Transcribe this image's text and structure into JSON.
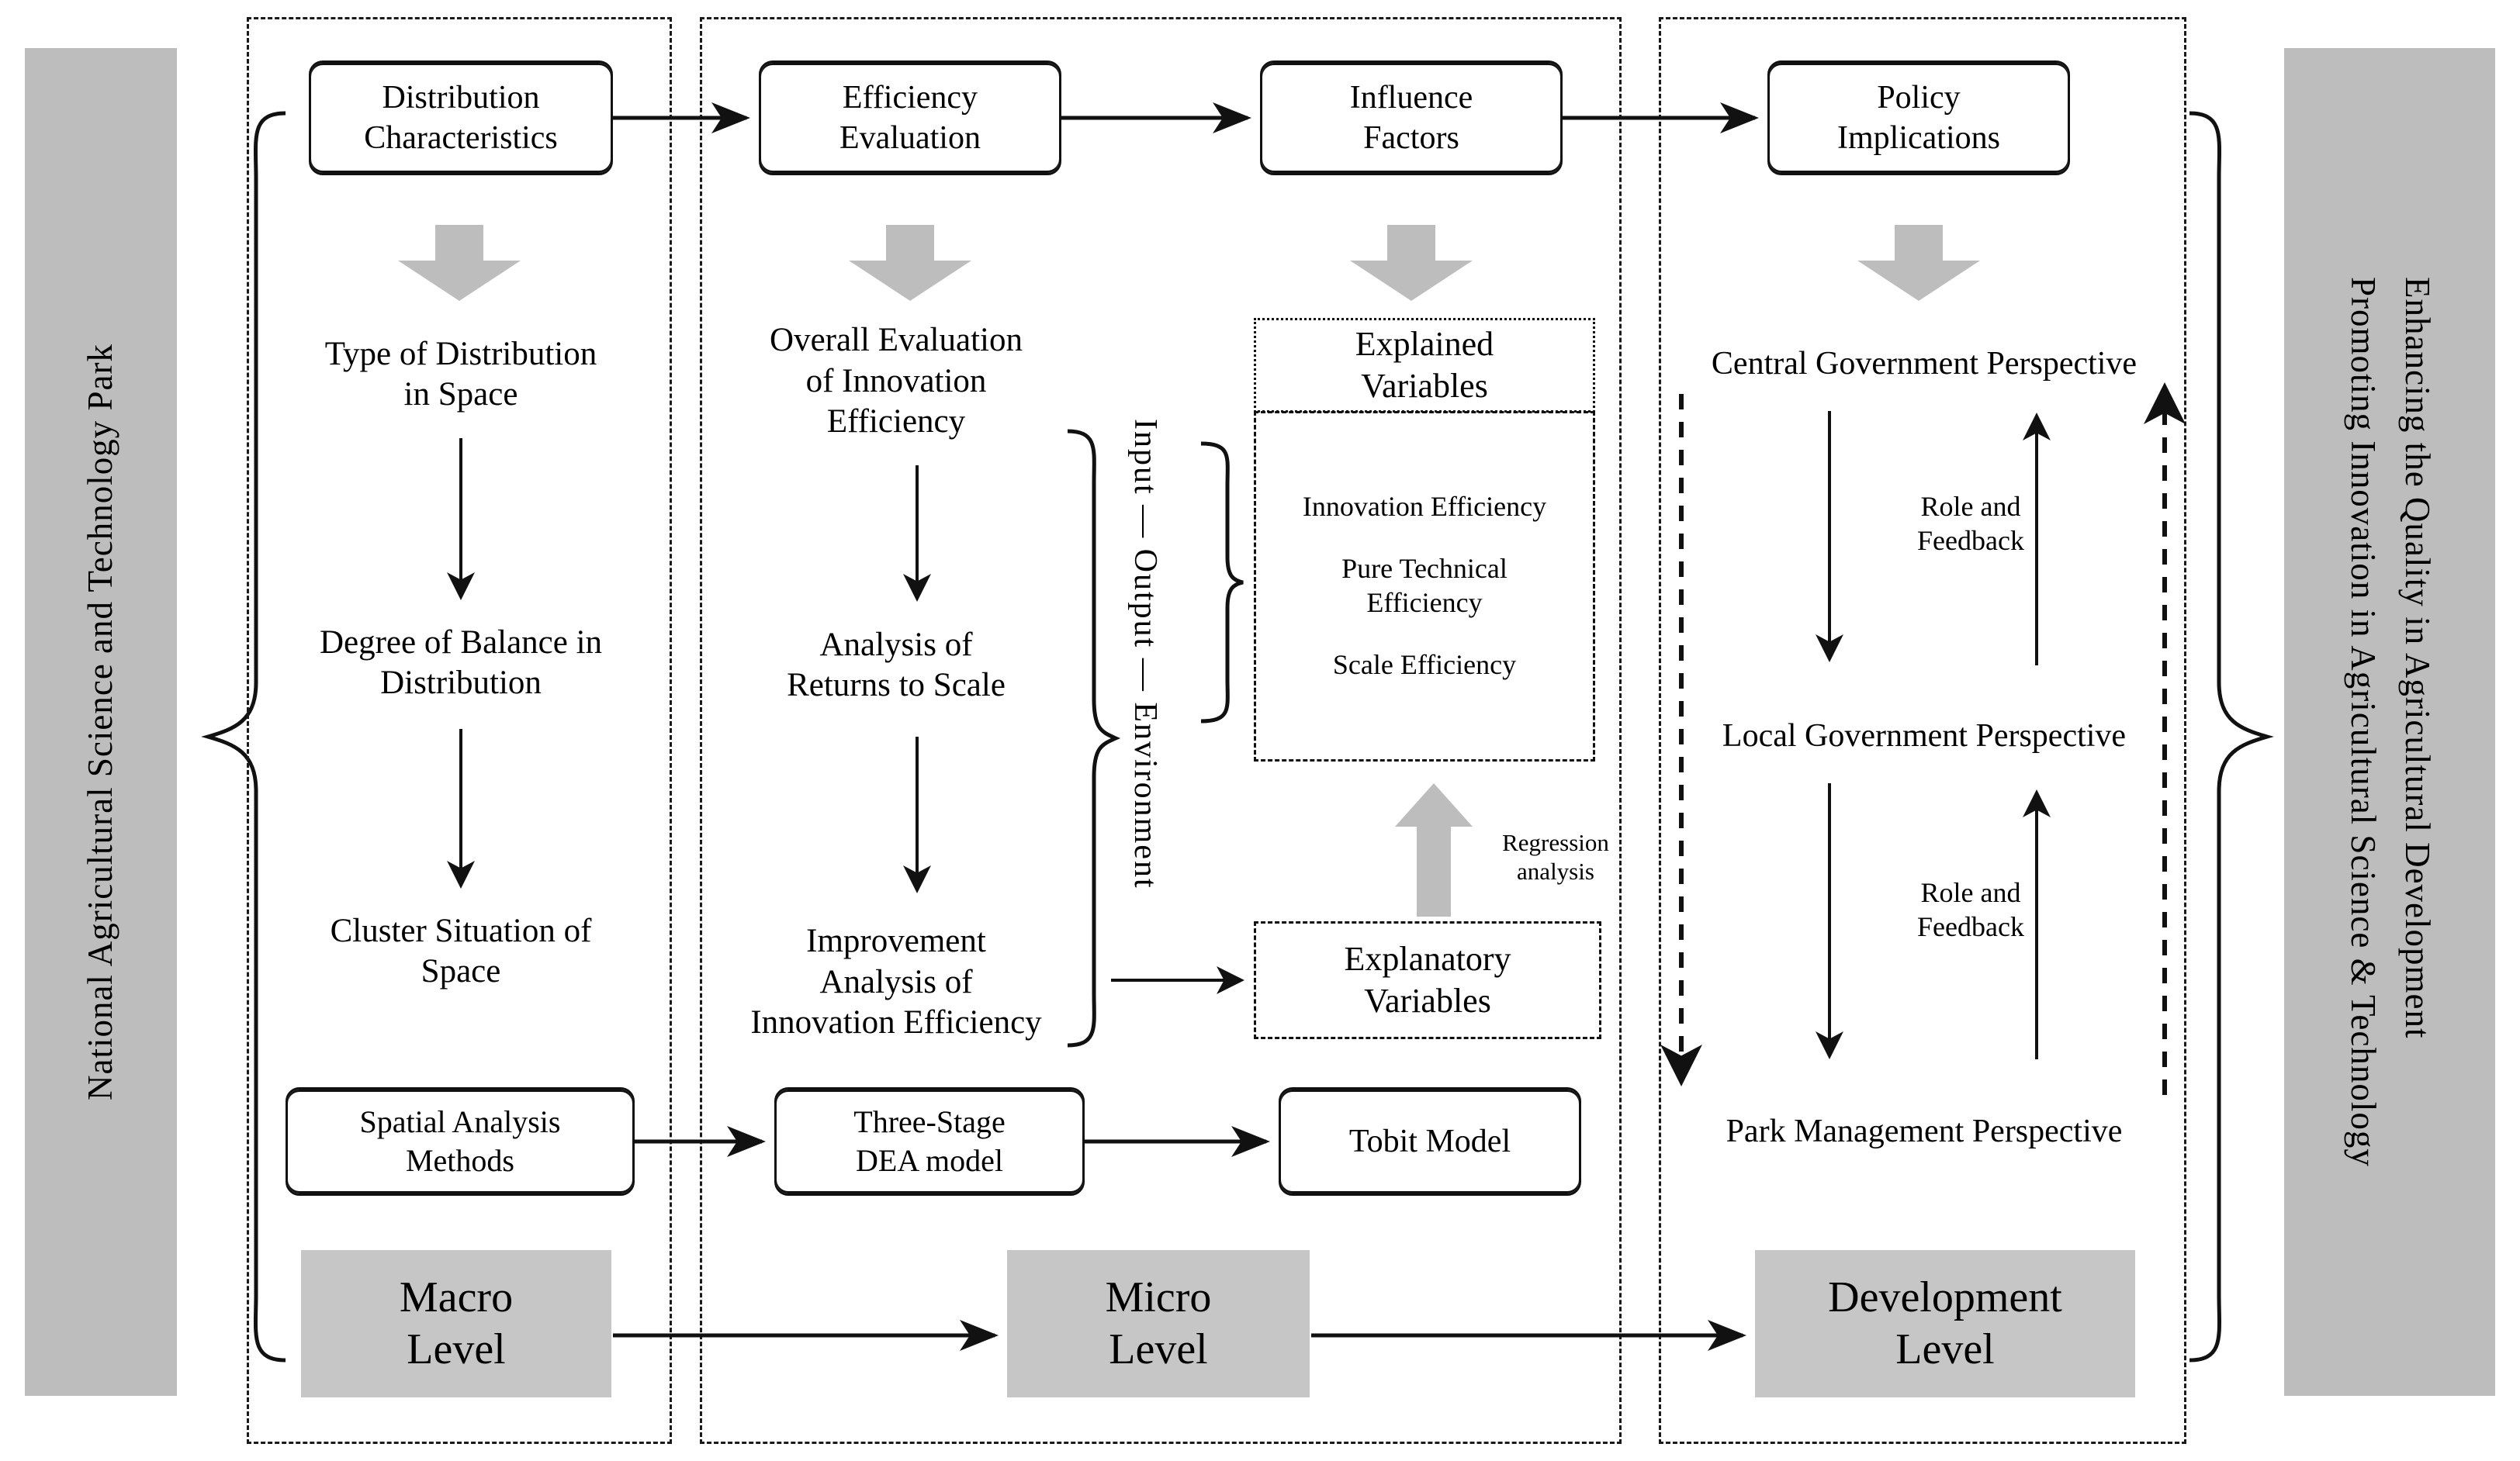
{
  "banners": {
    "left": {
      "text": "National Agricultural Science and Technology Park"
    },
    "right": {
      "line1": "Promoting Innovation in Agricultural Science & Technology",
      "line2": "Enhancing the Quality in Agricultural Development"
    }
  },
  "top_chain": [
    {
      "label": "Distribution\nCharacteristics"
    },
    {
      "label": "Efficiency\nEvaluation"
    },
    {
      "label": "Influence\nFactors"
    },
    {
      "label": "Policy\nImplications"
    }
  ],
  "column1": {
    "steps": [
      {
        "label": "Type of Distribution\nin Space"
      },
      {
        "label": "Degree of Balance in\nDistribution"
      },
      {
        "label": "Cluster Situation of\nSpace"
      }
    ],
    "method": {
      "label": "Spatial Analysis\nMethods"
    },
    "level": {
      "label": "Macro\nLevel"
    }
  },
  "column2": {
    "steps": [
      {
        "label": "Overall Evaluation\nof Innovation\nEfficiency"
      },
      {
        "label": "Analysis of\nReturns to Scale"
      },
      {
        "label": "Improvement\nAnalysis of\nInnovation Efficiency"
      }
    ],
    "brace_label": "Input — Output — Environment",
    "method": {
      "label": "Three-Stage\nDEA model"
    },
    "level": {
      "label": "Micro\nLevel"
    }
  },
  "column3": {
    "explained": {
      "title": "Explained\nVariables",
      "items": [
        "Innovation Efficiency",
        "Pure Technical\nEfficiency",
        "Scale Efficiency"
      ]
    },
    "regression_label": "Regression\nanalysis",
    "explanatory": {
      "title": "Explanatory\nVariables"
    },
    "method": {
      "label": "Tobit Model"
    }
  },
  "column4": {
    "perspectives": [
      {
        "label": "Central Government Perspective"
      },
      {
        "label": "Local Government Perspective"
      },
      {
        "label": "Park Management Perspective"
      }
    ],
    "feedback_labels": [
      "Role and\nFeedback",
      "Role and\nFeedback"
    ],
    "level": {
      "label": "Development\nLevel"
    }
  },
  "colors": {
    "banner_gray": "#bdbdbd",
    "level_gray": "#c6c6c6",
    "arrow_gray": "#bdbdbd",
    "line_black": "#111111"
  },
  "icons": {
    "down_block_arrow": "down-block-arrow-icon",
    "up_block_arrow": "up-block-arrow-icon",
    "arrow_right": "arrow-right-icon",
    "arrow_down": "arrow-down-icon",
    "arrow_up": "arrow-up-icon",
    "brace_left": "left-curly-brace-icon",
    "brace_right": "right-curly-brace-icon"
  }
}
